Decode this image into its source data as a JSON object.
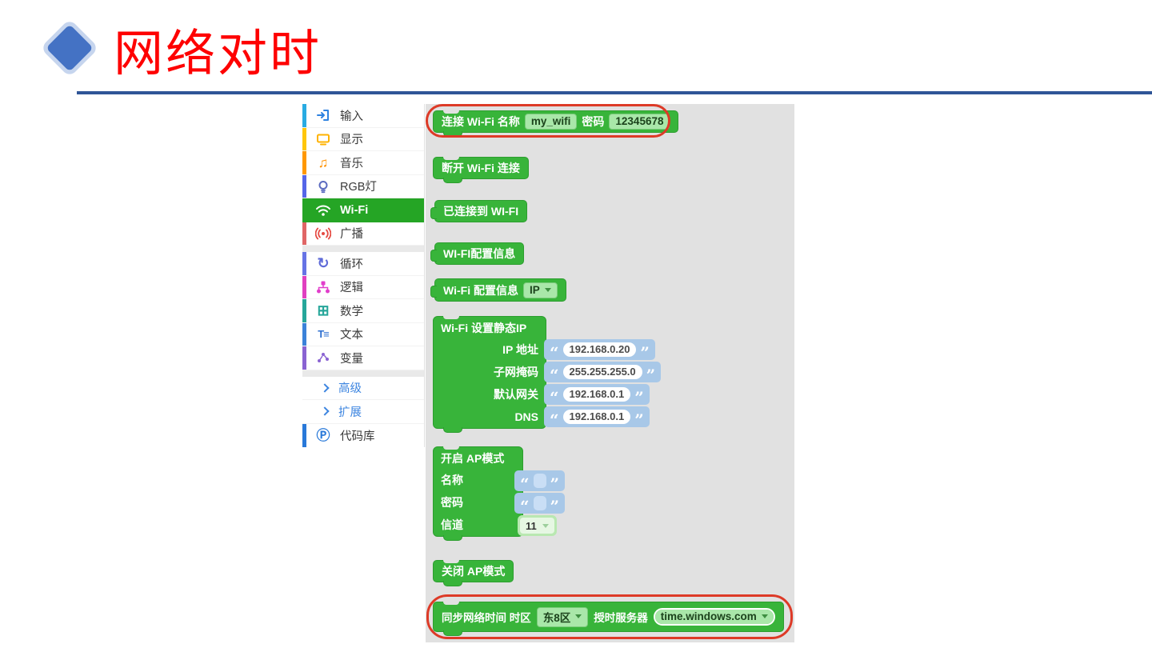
{
  "title": {
    "text": "网络对时"
  },
  "colors": {
    "title_red": "#FE0000",
    "accent_line": "#2F5597",
    "diamond_blue": "#4472C4",
    "block_green": "#38B43A",
    "selected_green": "#25A525",
    "field_light_green": "#A9E7A9",
    "string_blue": "#A8C8E8",
    "workspace_gray": "#E1E1E1",
    "highlight_red": "#DD3A27"
  },
  "sidebar": {
    "items": [
      {
        "label": "输入",
        "icon": "input-icon",
        "bar": "#29ABE2"
      },
      {
        "label": "显示",
        "icon": "display-icon",
        "bar": "#FFC60B"
      },
      {
        "label": "音乐",
        "icon": "music-icon",
        "bar": "#FF9800"
      },
      {
        "label": "RGB灯",
        "icon": "rgb-light-icon",
        "bar": "#5566E8"
      },
      {
        "label": "Wi-Fi",
        "icon": "wifi-icon",
        "bar": "#25A525",
        "selected": true
      },
      {
        "label": "广播",
        "icon": "broadcast-icon",
        "bar": "#E06666"
      },
      {
        "label": "循环",
        "icon": "loop-icon",
        "bar": "#6673E5"
      },
      {
        "label": "逻辑",
        "icon": "logic-icon",
        "bar": "#E040C0"
      },
      {
        "label": "数学",
        "icon": "math-icon",
        "bar": "#26A69A"
      },
      {
        "label": "文本",
        "icon": "text-icon",
        "bar": "#3B82D9"
      },
      {
        "label": "变量",
        "icon": "variable-icon",
        "bar": "#8A63D2"
      },
      {
        "label": "高级",
        "icon": "chevron-right-icon"
      },
      {
        "label": "扩展",
        "icon": "chevron-right-icon"
      },
      {
        "label": "代码库",
        "icon": "code-library-icon",
        "bar": "#2979D9"
      }
    ]
  },
  "blocks": {
    "connect": {
      "label": "连接 Wi-Fi 名称",
      "ssid": "my_wifi",
      "password_label": "密码",
      "password": "12345678"
    },
    "disconnect": {
      "label": "断开 Wi-Fi 连接"
    },
    "connected": {
      "label": "已连接到 WI-FI"
    },
    "config_info": {
      "label": "WI-FI配置信息"
    },
    "config_select": {
      "label": "Wi-Fi 配置信息",
      "option": "IP"
    },
    "static_ip": {
      "title": "Wi-Fi 设置静态IP",
      "rows": [
        {
          "label": "IP 地址",
          "value": "192.168.0.20"
        },
        {
          "label": "子网掩码",
          "value": "255.255.255.0"
        },
        {
          "label": "默认网关",
          "value": "192.168.0.1"
        },
        {
          "label": "DNS",
          "value": "192.168.0.1"
        }
      ]
    },
    "ap_on": {
      "title": "开启 AP模式",
      "name_label": "名称",
      "password_label": "密码",
      "channel_label": "信道",
      "channel": "11"
    },
    "ap_off": {
      "label": "关闭 AP模式"
    },
    "sync_time": {
      "label": "同步网络时间 时区",
      "timezone": "东8区",
      "server_label": "授时服务器",
      "server": "time.windows.com"
    }
  }
}
